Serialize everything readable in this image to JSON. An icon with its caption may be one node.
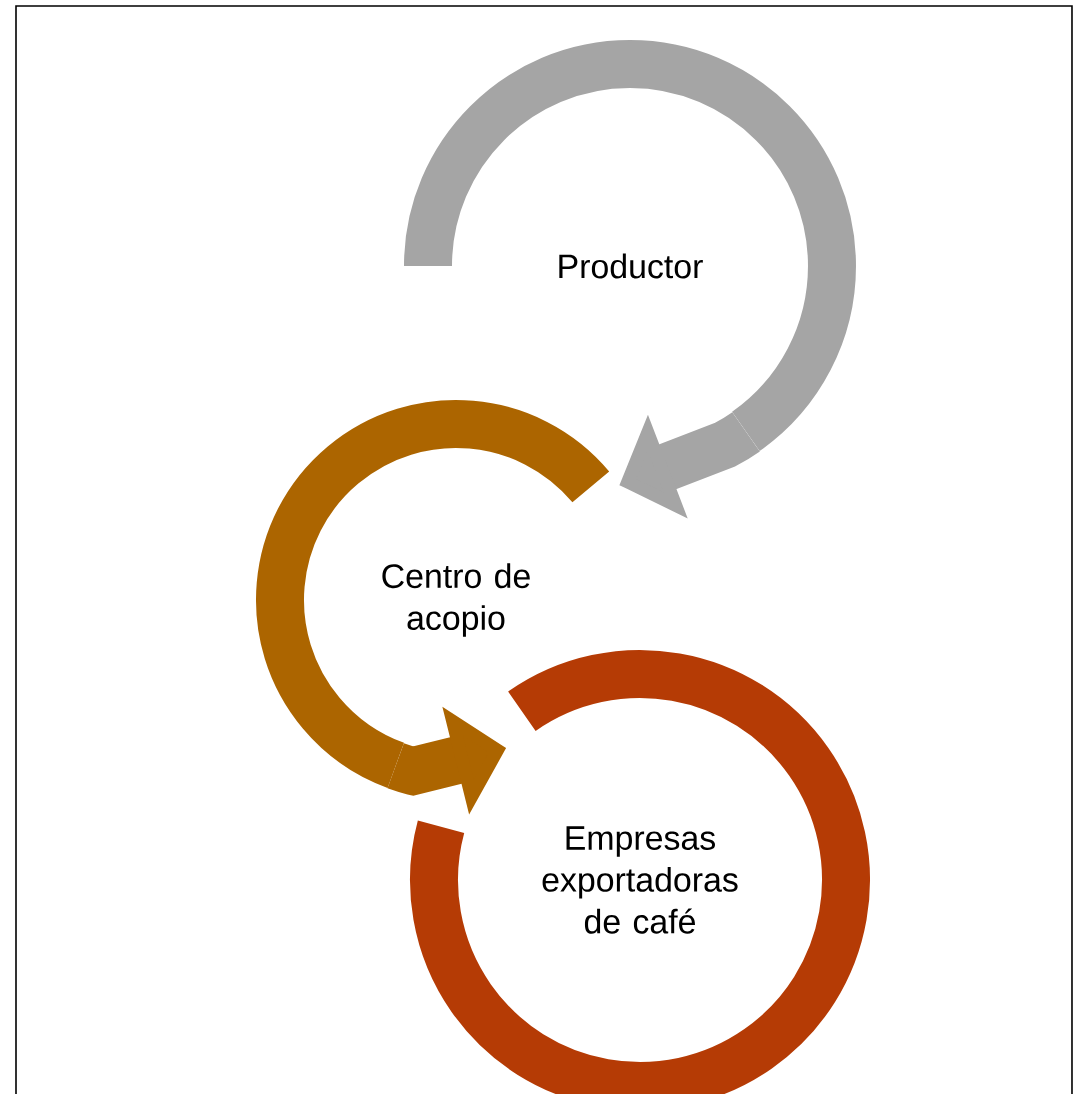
{
  "diagram": {
    "nodes": [
      {
        "text": [
          "Productor"
        ]
      },
      {
        "text": [
          "Centro de acopio"
        ]
      },
      {
        "text": [
          "Empresas exportadoras de café"
        ]
      }
    ],
    "edges": [
      {
        "from": 0,
        "to": 1,
        "arrow": "to",
        "color": "#a5a5a5"
      },
      {
        "from": 1,
        "to": 2,
        "arrow": "to",
        "color": "#ac6500"
      }
    ]
  }
}
